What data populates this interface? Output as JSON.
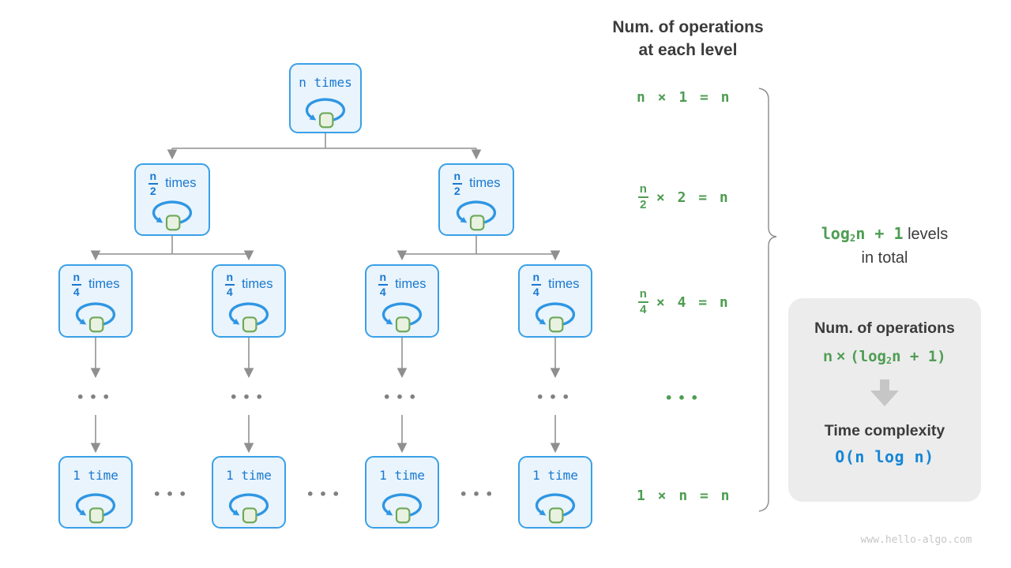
{
  "colors": {
    "box_border": "#3aa0e8",
    "box_fill": "#e9f4fc",
    "box_text_blue": "#1a78cf",
    "loop_arrow_blue": "#2f96e3",
    "square_fill": "#e9f2e0",
    "square_border": "#6fa85a",
    "green_text": "#4e9d52",
    "dark_text": "#3b3b3b",
    "connector_gray": "#9e9e9e",
    "panel_bg": "#ececec",
    "complexity_blue": "#1586d8",
    "watermark_gray": "#c7c7c7"
  },
  "header": {
    "line1": "Num. of operations",
    "line2": "at each level"
  },
  "tree": {
    "root": {
      "label": "n times"
    },
    "level2": [
      {
        "num": "n",
        "den": "2",
        "word": "times"
      },
      {
        "num": "n",
        "den": "2",
        "word": "times"
      }
    ],
    "level3": [
      {
        "num": "n",
        "den": "4",
        "word": "times"
      },
      {
        "num": "n",
        "den": "4",
        "word": "times"
      },
      {
        "num": "n",
        "den": "4",
        "word": "times"
      },
      {
        "num": "n",
        "den": "4",
        "word": "times"
      }
    ],
    "bottom": [
      {
        "label": "1 time"
      },
      {
        "label": "1 time"
      },
      {
        "label": "1 time"
      },
      {
        "label": "1 time"
      }
    ],
    "ellipsis": "•••"
  },
  "annotations": {
    "row1": "n × 1 = n",
    "row2": {
      "num": "n",
      "den": "2",
      "suffix": "× 2 = n"
    },
    "row3": {
      "num": "n",
      "den": "4",
      "suffix": "× 4 = n"
    },
    "dots": "•••",
    "row5": "1 × n = n"
  },
  "brace_label": {
    "f1": "log",
    "f2": "2",
    "f3": "n + 1",
    "text": " levels",
    "line2": "in total"
  },
  "panel": {
    "title": "Num. of operations",
    "formula_lead": "n ×",
    "m1": "(log",
    "m2": "2",
    "m3": "n + 1)",
    "subtitle": "Time complexity",
    "complexity": "O(n log n)"
  },
  "watermark": "www.hello-algo.com"
}
